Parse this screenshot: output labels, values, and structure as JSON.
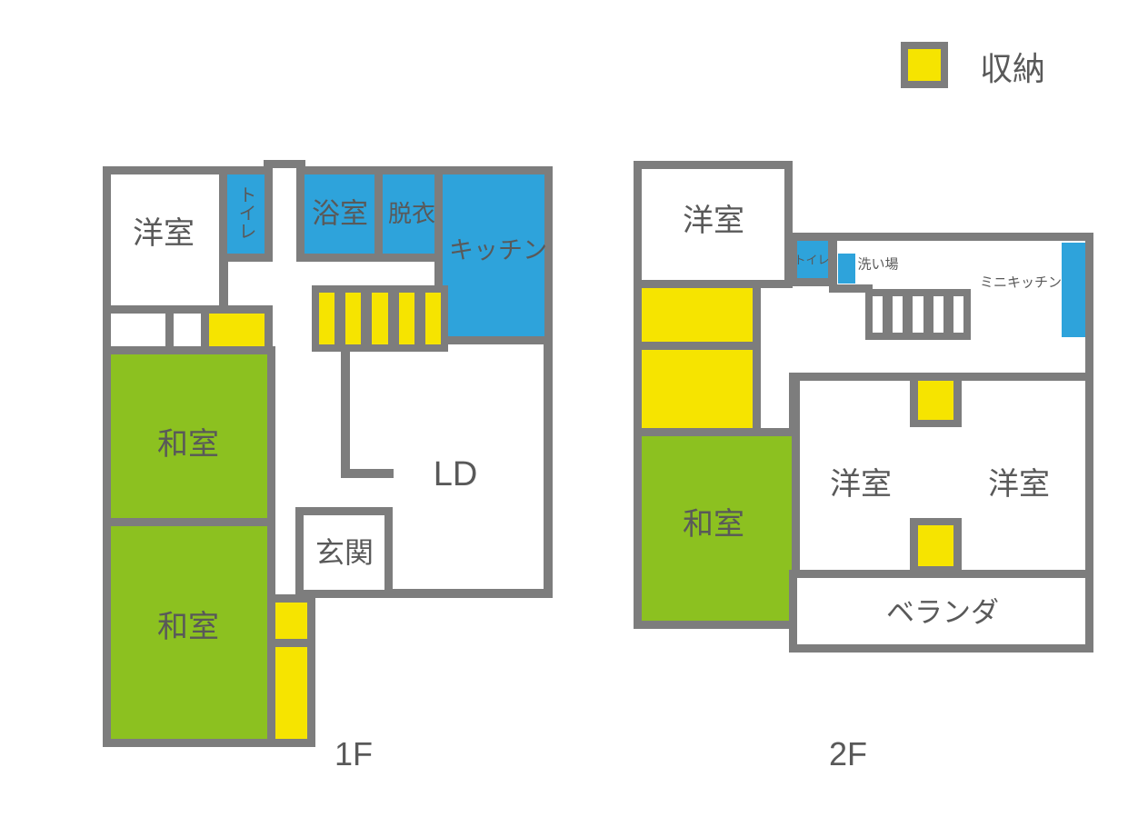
{
  "colors": {
    "wall": "#7d7d7d",
    "water": "#2ea3db",
    "tatami": "#8cc120",
    "storage": "#f6e400",
    "text": "#595959",
    "paper": "#ffffff"
  },
  "legend": {
    "storage": "収納"
  },
  "f1": {
    "label": "1F",
    "yoshitsu": "洋室",
    "toilet": "トイレ",
    "bath": "浴室",
    "datsui": "脱衣",
    "kitchen": "キッチン",
    "washitsu1": "和室",
    "washitsu2": "和室",
    "ld": "LD",
    "genkan": "玄関"
  },
  "f2": {
    "label": "2F",
    "yoshitsu_top": "洋室",
    "toilet": "トイレ",
    "araiba": "洗い場",
    "minikitchen": "ミニキッチン",
    "washitsu": "和室",
    "yoshitsu_left": "洋室",
    "yoshitsu_right": "洋室",
    "veranda": "ベランダ"
  }
}
